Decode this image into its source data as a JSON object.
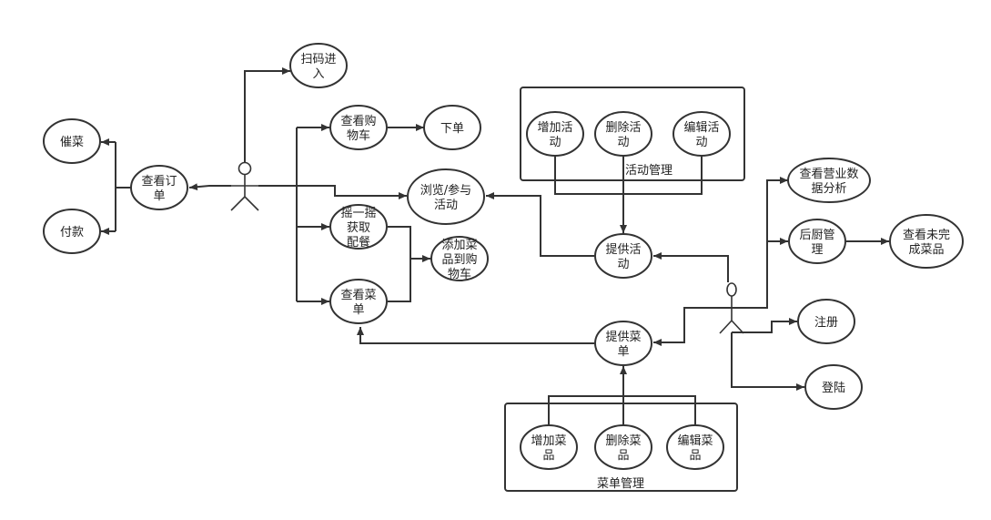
{
  "diagram": {
    "boxes": {
      "activity_mgmt": "活动管理",
      "menu_mgmt": "菜单管理"
    },
    "nodes": {
      "scan": [
        "扫码进",
        "入"
      ],
      "cui": [
        "催菜"
      ],
      "pay": [
        "付款"
      ],
      "view_order": [
        "查看订",
        "单"
      ],
      "view_cart": [
        "查看购",
        "物车"
      ],
      "place_order": [
        "下单"
      ],
      "browse_activity": [
        "浏览/参与",
        "活动"
      ],
      "shake": [
        "摇一摇",
        "获取",
        "配餐"
      ],
      "add_to_cart": [
        "添加菜",
        "品到购",
        "物车"
      ],
      "view_menu": [
        "查看菜",
        "单"
      ],
      "add_activity": [
        "增加活",
        "动"
      ],
      "del_activity": [
        "删除活",
        "动"
      ],
      "edit_activity": [
        "编辑活",
        "动"
      ],
      "provide_activity": [
        "提供活",
        "动"
      ],
      "view_stats": [
        "查看营业数",
        "据分析"
      ],
      "kitchen_mgmt": [
        "后厨管",
        "理"
      ],
      "view_unfinished": [
        "查看未完",
        "成菜品"
      ],
      "register": [
        "注册"
      ],
      "login": [
        "登陆"
      ],
      "provide_menu": [
        "提供菜",
        "单"
      ],
      "add_dish": [
        "增加菜",
        "品"
      ],
      "del_dish": [
        "删除菜",
        "品"
      ],
      "edit_dish": [
        "编辑菜",
        "品"
      ]
    },
    "actors": [
      "customer",
      "admin"
    ],
    "colors": {
      "stroke": "#333333",
      "fill": "#ffffff",
      "text": "#222222"
    }
  }
}
